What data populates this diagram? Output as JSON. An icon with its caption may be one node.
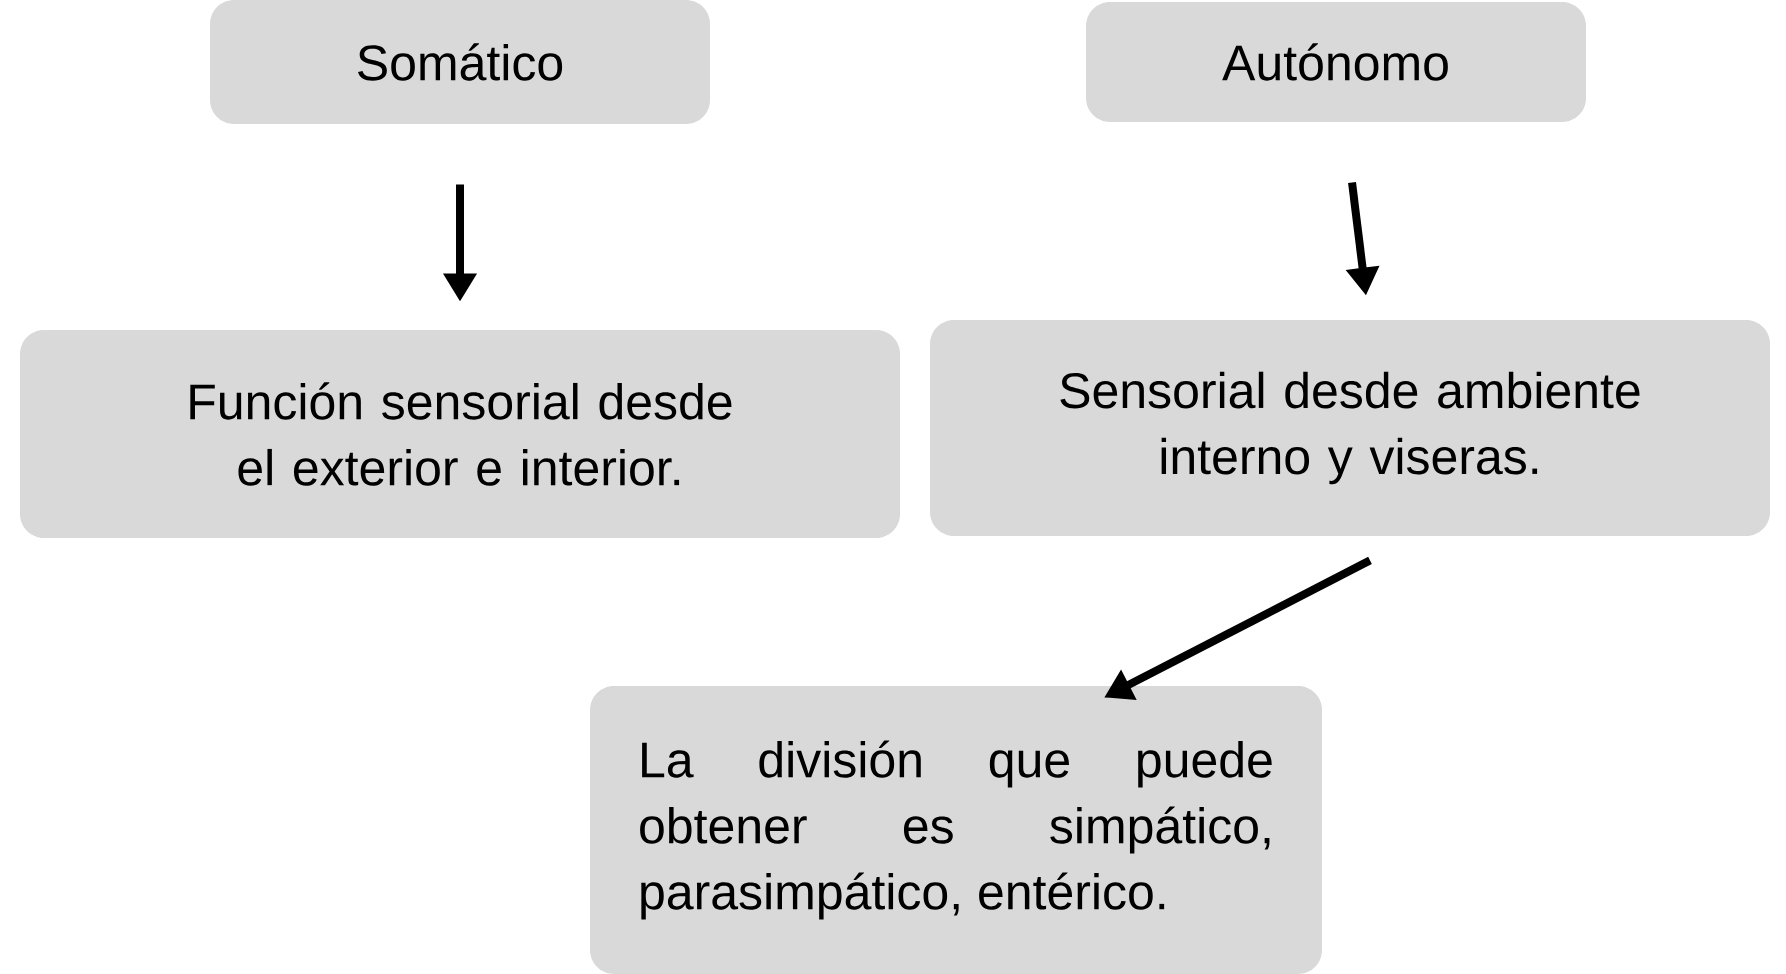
{
  "diagram": {
    "nodes": [
      {
        "text": [
          "Somático"
        ]
      },
      {
        "text": [
          "Autónomo"
        ]
      },
      {
        "text": [
          "Función sensorial desde el exterior e interior."
        ]
      },
      {
        "text": [
          "Sensorial desde ambiente interno y viseras."
        ]
      },
      {
        "text": [
          "La división que puede obtener es simpático, parasimpático, entérico."
        ]
      }
    ],
    "edges": [
      {
        "from": 0,
        "to": 2,
        "arrow": "to"
      },
      {
        "from": 1,
        "to": 3,
        "arrow": "to"
      },
      {
        "from": 3,
        "to": 4,
        "arrow": "to"
      }
    ]
  }
}
